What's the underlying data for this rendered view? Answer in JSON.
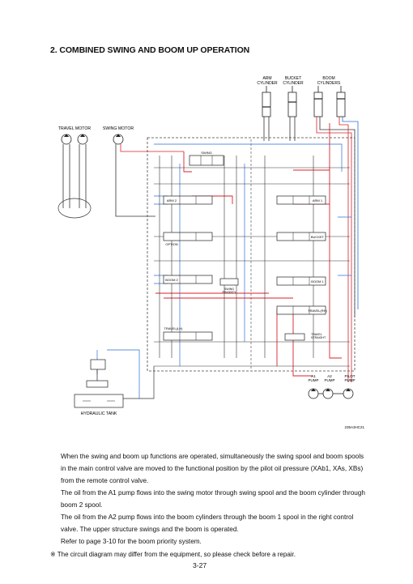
{
  "section_title": "2. COMBINED SWING AND BOOM UP OPERATION",
  "diagram": {
    "components": {
      "arm_cylinder": "ARM\nCYLINDER",
      "bucket_cylinder": "BUCKET\nCYLINDER",
      "boom_cylinder": "BOOM\nCYLINDERS",
      "travel_motor": "TRAVEL MOTOR",
      "swing_motor": "SWING MOTOR",
      "hydraulic_tank": "HYDRAULIC TANK",
      "a1_pump": "A1\nPUMP",
      "a2_pump": "A2\nPUMP",
      "pilot_pump": "PILOT\nPUMP"
    },
    "spools": {
      "swing": "SWING",
      "arm1": "ARM 1",
      "arm2": "ARM 2",
      "option": "OPTION",
      "bucket": "BUCKET",
      "boom1": "BOOM 1",
      "boom2": "BOOM 2",
      "travel_left": "TRAVEL(LH)",
      "travel_right": "TRAVEL(RH)",
      "swing_priority": "SWING\nPRIORITY",
      "travel_straight": "TRAVEL\nSTRAIGHT"
    },
    "figure_code": "235A3HC21"
  },
  "paragraphs": [
    "When the swing and boom up functions are operated, simultaneously the swing spool and boom spools in the main control valve are moved to the functional position by the pilot oil pressure (XAb1, XAs, XBs) from the remote control valve.",
    "The oil from the A1 pump flows into the swing motor through swing spool and the boom cylinder through boom 2 spool.",
    "The oil from the A2 pump flows into the boom cylinders through the boom 1 spool in the right control valve. The upper structure swings and the boom is operated.",
    "Refer to page 3-10 for the boom priority system."
  ],
  "note": "※ The circuit diagram may differ from the equipment, so please check before a repair.",
  "page_number": "3-27",
  "colors": {
    "pressure": "#d8232a",
    "pilot": "#2b6fd6",
    "return": "#333333"
  }
}
